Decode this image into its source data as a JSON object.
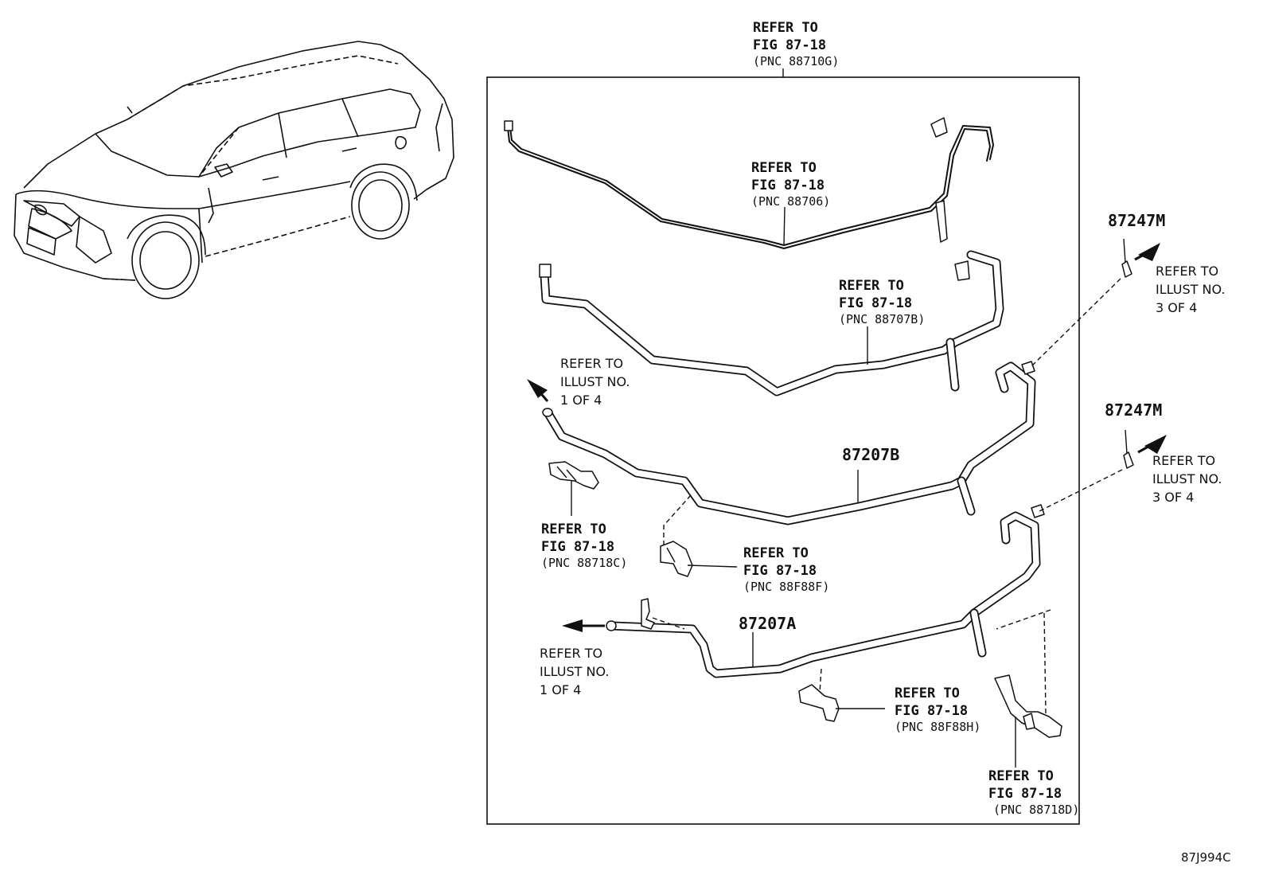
{
  "diagram": {
    "title_ref": {
      "line1": "REFER TO",
      "line2": "FIG 87-18",
      "line3": "(PNC 88710G)"
    },
    "refs": {
      "r88706": {
        "line1": "REFER TO",
        "line2": "FIG 87-18",
        "line3": "(PNC 88706)"
      },
      "r88707b": {
        "line1": "REFER TO",
        "line2": "FIG 87-18",
        "line3": "(PNC 88707B)"
      },
      "r88718c": {
        "line1": "REFER TO",
        "line2": "FIG 87-18",
        "line3": "(PNC 88718C)"
      },
      "r88f88f": {
        "line1": "REFER TO",
        "line2": "FIG 87-18",
        "line3": "(PNC 88F88F)"
      },
      "r88f88h": {
        "line1": "REFER TO",
        "line2": "FIG 87-18",
        "line3": "(PNC 88F88H)"
      },
      "r88718d": {
        "line1": "REFER TO",
        "line2": "FIG 87-18",
        "line3": "(PNC 88718D)"
      }
    },
    "illust_refs": {
      "left_top": {
        "line1": "REFER TO",
        "line2": "ILLUST NO.",
        "line3": "1 OF 4"
      },
      "left_bottom": {
        "line1": "REFER TO",
        "line2": "ILLUST NO.",
        "line3": "1 OF 4"
      },
      "right_top": {
        "line1": "REFER TO",
        "line2": "ILLUST NO.",
        "line3": "3 OF 4"
      },
      "right_bottom": {
        "line1": "REFER TO",
        "line2": "ILLUST NO.",
        "line3": "3 OF 4"
      }
    },
    "part_numbers": {
      "p87247m_top": "87247M",
      "p87247m_bottom": "87247M",
      "p87207b": "87207B",
      "p87207a": "87207A"
    },
    "illustration_code": "87J994C"
  }
}
